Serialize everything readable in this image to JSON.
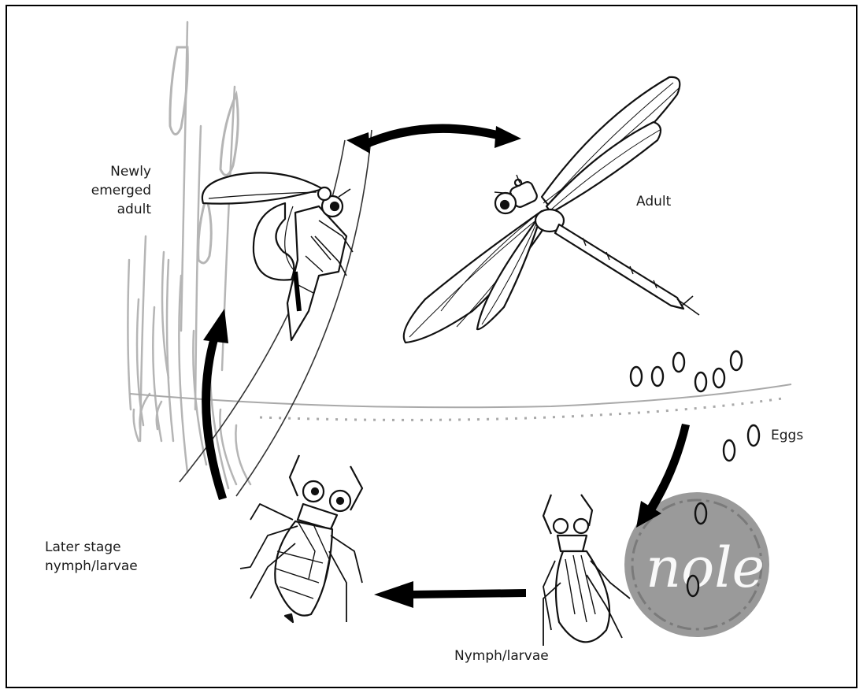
{
  "labels": {
    "newly_emerged_adult": [
      "Newly",
      "emerged",
      "adult"
    ],
    "adult": "Adult",
    "eggs": "Eggs",
    "nymph_larvae": "Nymph/larvae",
    "later_stage": [
      "Later stage",
      "nymph/larvae"
    ]
  },
  "watermark_text": "nole",
  "colors": {
    "ink": "#111111",
    "reeds": "#b5b5b5",
    "water_line": "#a9a9a9",
    "watermark": "#8c8c8c",
    "arrow": "#000000"
  }
}
